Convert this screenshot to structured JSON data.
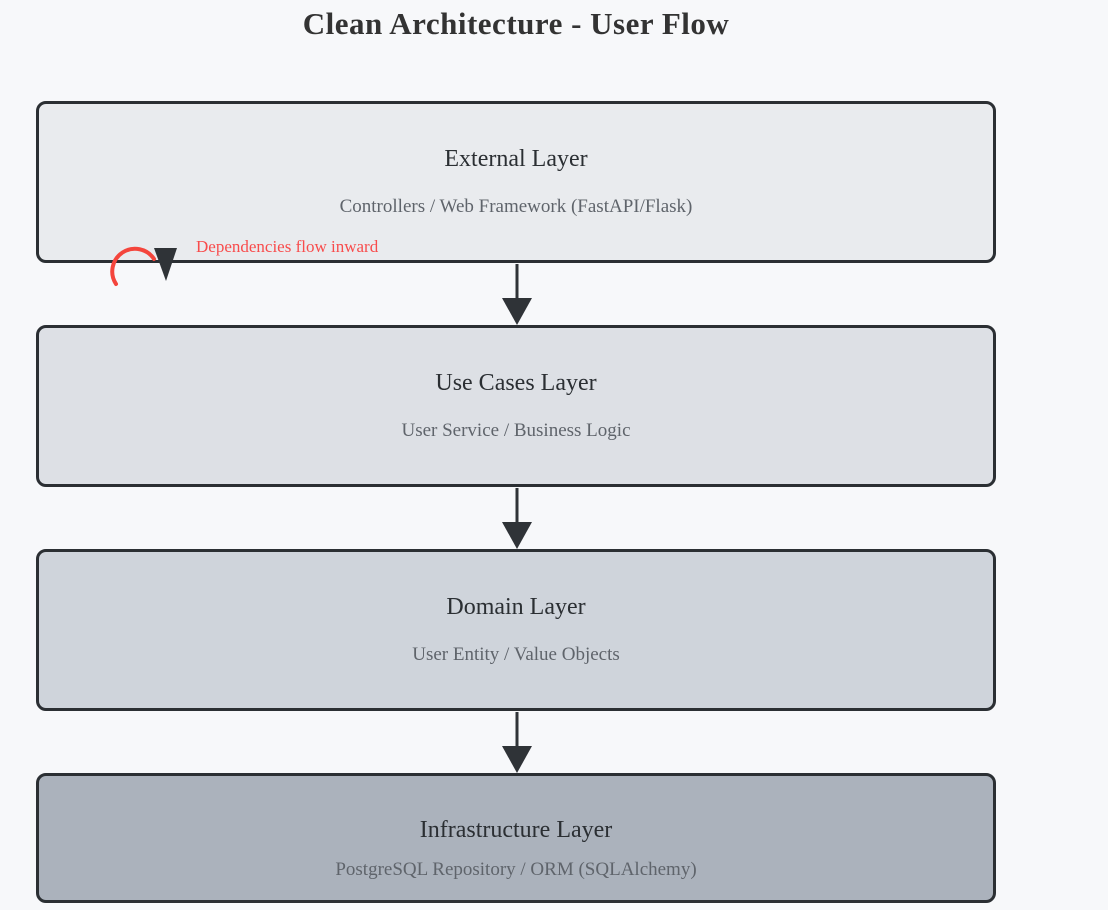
{
  "page": {
    "background": "#f7f8fa",
    "title": "Clean Architecture - User Flow"
  },
  "diagram": {
    "layers": [
      {
        "title": "External Layer",
        "subtitle": "Controllers / Web Framework (FastAPI/Flask)",
        "fill": "#e9ebee"
      },
      {
        "title": "Use Cases Layer",
        "subtitle": "User Service / Business Logic",
        "fill": "#dde0e5"
      },
      {
        "title": "Domain Layer",
        "subtitle": "User Entity / Value Objects",
        "fill": "#cfd4db"
      },
      {
        "title": "Infrastructure Layer",
        "subtitle": "PostgreSQL Repository / ORM (SQLAlchemy)",
        "fill": "#abb2bc"
      }
    ],
    "annotation": {
      "label": "Dependencies flow inward",
      "color": "#f84c4c",
      "arc_color": "#f4453c"
    },
    "colors": {
      "box_border": "#2b2f33",
      "arrow": "#2f3337",
      "layer_title": "#2b2f33",
      "layer_subtitle": "#5f646b",
      "page_title": "#333333"
    }
  }
}
